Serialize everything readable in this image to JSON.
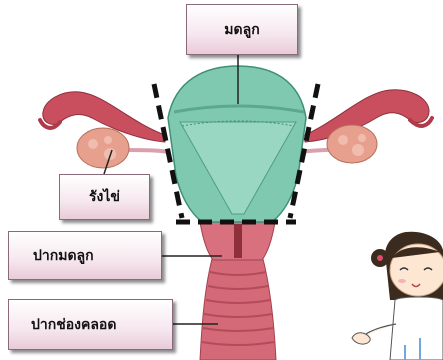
{
  "labels": {
    "uterus": "มดลูก",
    "ovary": "รังไข่",
    "cervix": "ปากมดลูก",
    "vagina": "ปากช่องคลอด"
  },
  "colors": {
    "uterus_fill": "#7fc9b0",
    "tissue": "#d46a78",
    "tube": "#c94f5e",
    "ovary": "#e8a08e",
    "dash": "#111111"
  },
  "icons": [
    "nurse-character"
  ]
}
